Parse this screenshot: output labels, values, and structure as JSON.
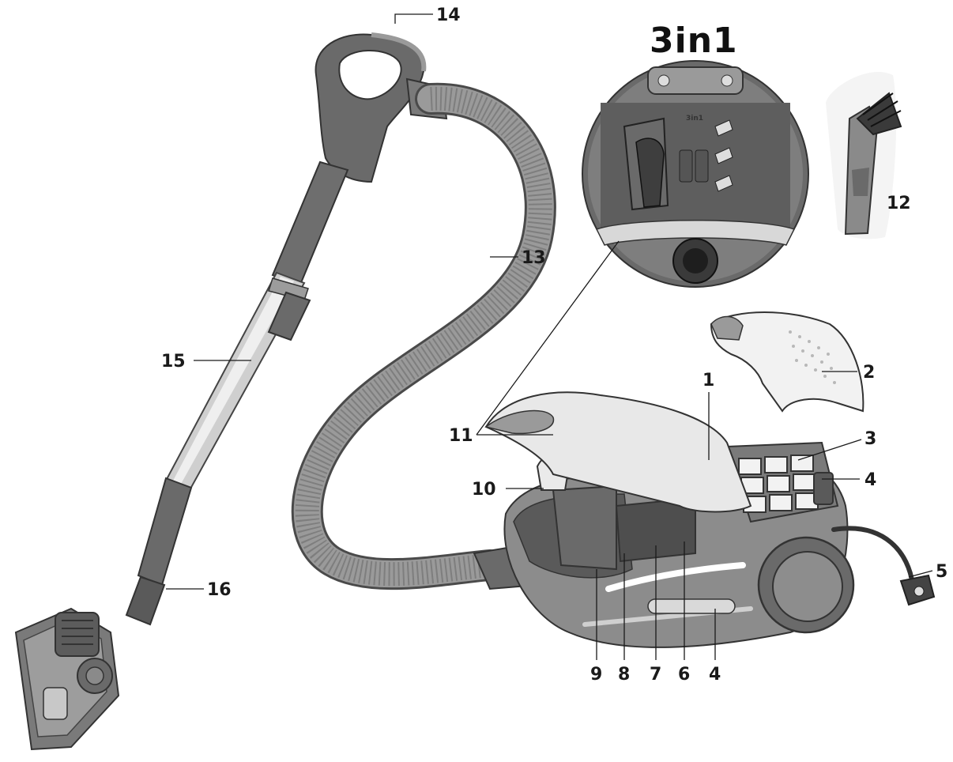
{
  "title": "3in1",
  "inset_label": "3in1",
  "callouts": [
    "1",
    "2",
    "3",
    "4",
    "5",
    "6",
    "7",
    "8",
    "9",
    "10",
    "11",
    "12",
    "13",
    "14",
    "15",
    "16"
  ],
  "colors": {
    "dark": "#5b5b5b",
    "mid": "#8a8a8a",
    "light": "#d4d4d4",
    "lid": "#e6e6e6",
    "outline": "#3a3a3a"
  }
}
